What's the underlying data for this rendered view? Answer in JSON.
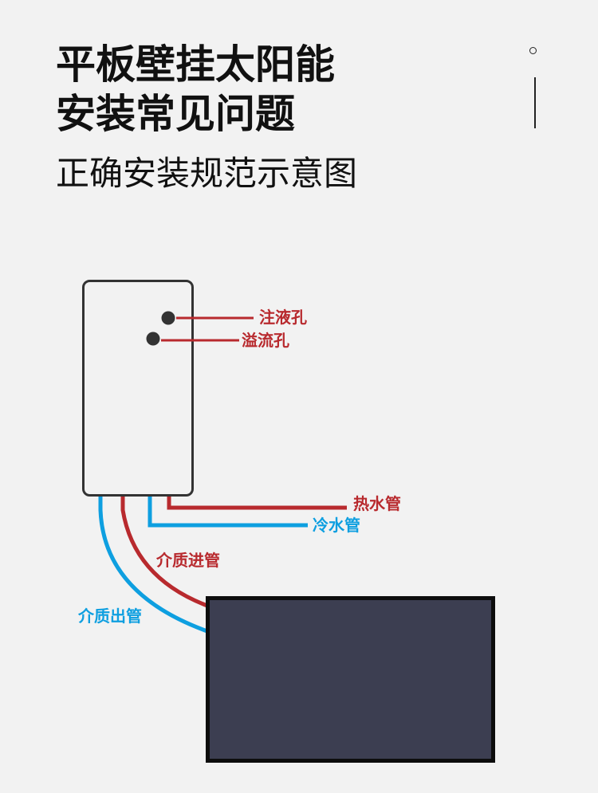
{
  "header": {
    "title_line1": "平板壁挂太阳能",
    "title_line2": "安装常见问题",
    "subtitle": "正确安装规范示意图"
  },
  "diagram": {
    "labels": {
      "fill_hole": "注液孔",
      "overflow_hole": "溢流孔",
      "hot_water_pipe": "热水管",
      "cold_water_pipe": "冷水管",
      "medium_inlet_pipe": "介质进管",
      "medium_outlet_pipe": "介质出管"
    },
    "colors": {
      "red": "#b82a2e",
      "blue": "#0e9fe0",
      "tank_border": "#333333",
      "panel_fill": "#3c3e51",
      "panel_border": "#0d0d0d"
    }
  }
}
